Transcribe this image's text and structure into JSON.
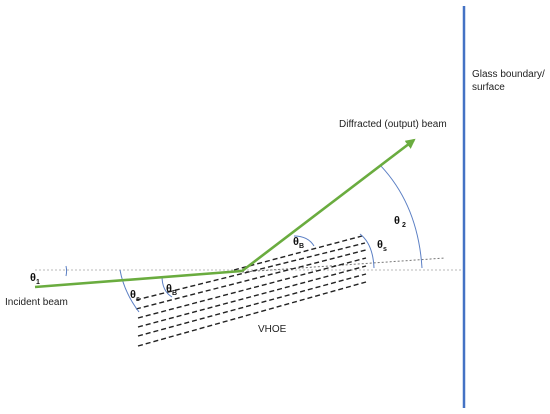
{
  "labels": {
    "glass_line1": "Glass boundary/",
    "glass_line2": "surface",
    "diffracted": "Diffracted (output) beam",
    "incident": "Incident beam",
    "vhoe": "VHOE"
  },
  "angles": {
    "theta_1": {
      "symbol": "θ",
      "sub": "1"
    },
    "theta_2": {
      "symbol": "θ",
      "sub": "2"
    },
    "theta_s_left": {
      "symbol": "θ",
      "sub": "s"
    },
    "theta_s_right": {
      "symbol": "θ",
      "sub": "s"
    },
    "theta_B_top": {
      "symbol": "θ",
      "sub": "B"
    },
    "theta_B_bottom": {
      "symbol": "θ",
      "sub": "B"
    }
  },
  "colors": {
    "beam": "#6aac3f",
    "glass": "#4472c4",
    "arc": "#5b7fc4",
    "dashed": "#222222",
    "reference": "#b8b8b8"
  }
}
